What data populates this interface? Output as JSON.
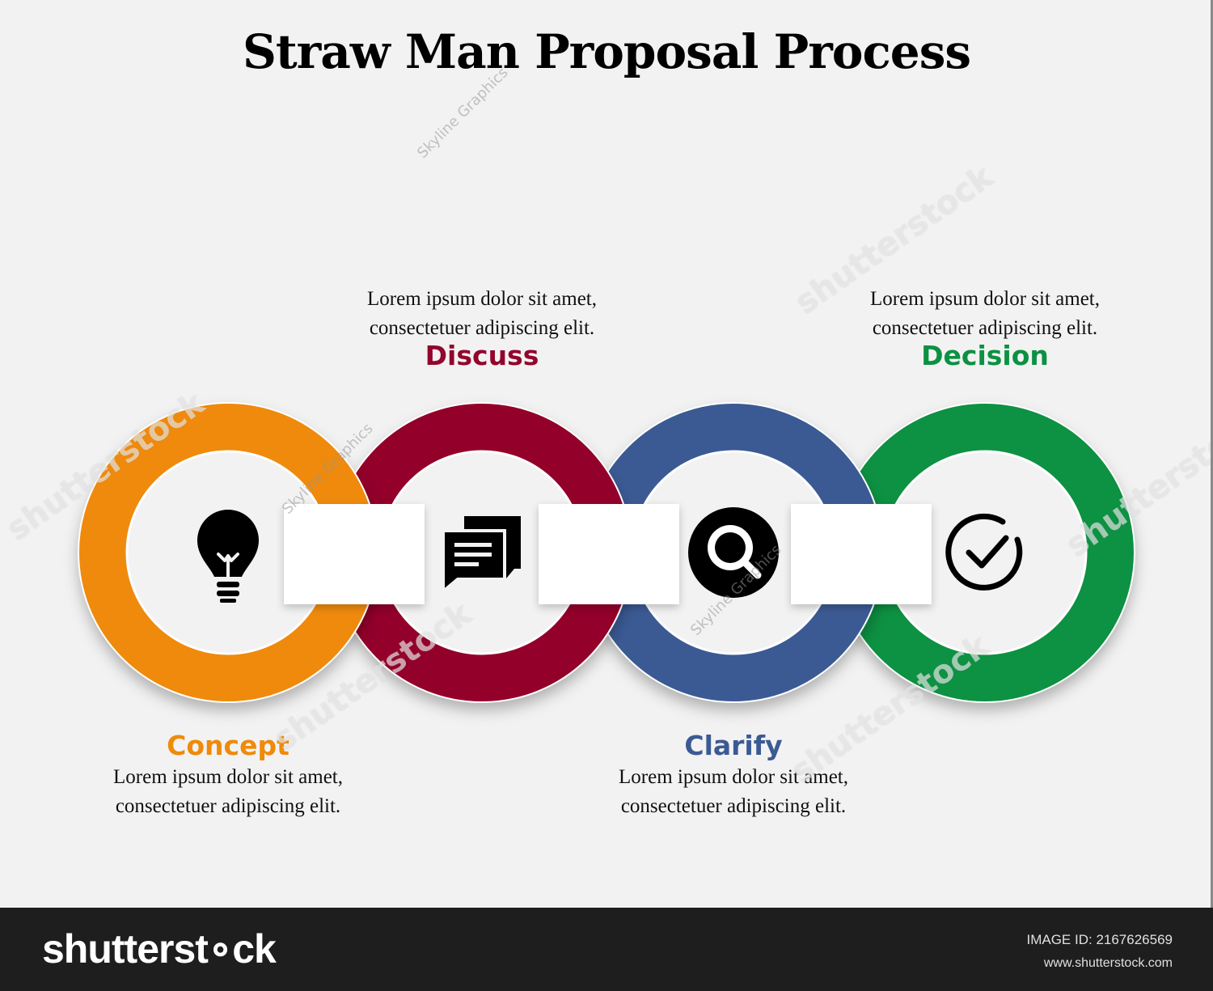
{
  "title": "Straw Man Proposal Process",
  "stages": [
    {
      "label": "Concept",
      "color": "#ef8a0a",
      "icon": "lightbulb-icon",
      "description_line1": "Lorem ipsum dolor sit amet,",
      "description_line2": "consectetuer adipiscing elit."
    },
    {
      "label": "Discuss",
      "color": "#93052c",
      "icon": "chat-bubbles-icon",
      "description_line1": "Lorem ipsum dolor sit amet,",
      "description_line2": "consectetuer adipiscing elit."
    },
    {
      "label": "Clarify",
      "color": "#3b5a94",
      "icon": "magnifier-icon",
      "description_line1": "Lorem ipsum dolor sit amet,",
      "description_line2": "consectetuer adipiscing elit."
    },
    {
      "label": "Decision",
      "color": "#0b9142",
      "icon": "checkmark-circle-icon",
      "description_line1": "Lorem ipsum dolor sit amet,",
      "description_line2": "consectetuer adipiscing elit."
    }
  ],
  "watermark": {
    "brand": "shutterstock",
    "credit": "Skyline Graphics"
  },
  "footer": {
    "logo": "shutterst∘ck",
    "image_id": "IMAGE ID: 2167626569",
    "url": "www.shutterstock.com"
  }
}
